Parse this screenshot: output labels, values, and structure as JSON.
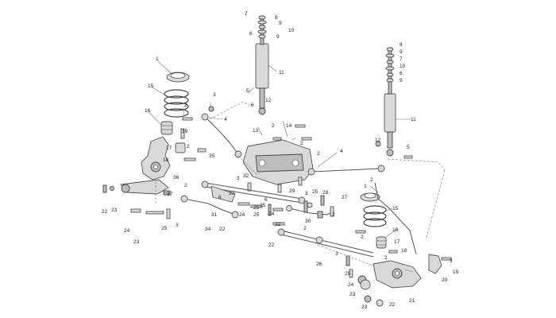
{
  "callouts": [
    "1",
    "2",
    "3",
    "4",
    "5",
    "6",
    "7",
    "8",
    "9",
    "10",
    "11",
    "12",
    "13",
    "14",
    "15",
    "16",
    "17",
    "18",
    "19",
    "20",
    "21",
    "22",
    "23",
    "24",
    "25",
    "26",
    "27",
    "28",
    "29",
    "30",
    "31",
    "32",
    "33",
    "34",
    "35",
    "36",
    "37"
  ]
}
